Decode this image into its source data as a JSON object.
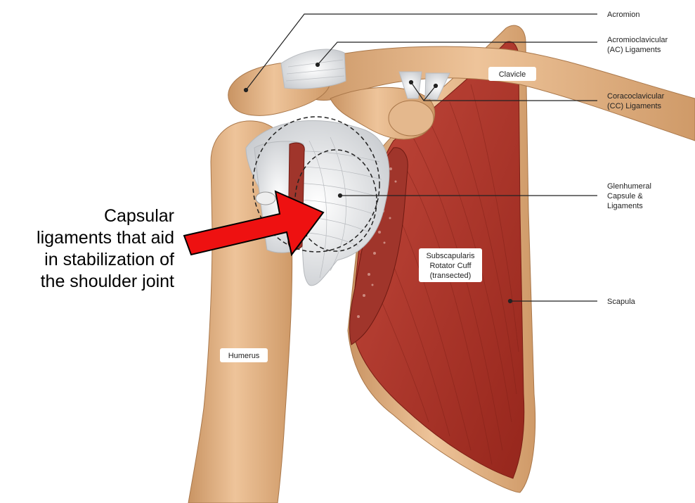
{
  "labels": {
    "acromion": "Acromion",
    "ac_ligaments": [
      "Acromioclavicular",
      "(AC) Ligaments"
    ],
    "clavicle": "Clavicle",
    "cc_ligaments": [
      "Coracoclavicular",
      "(CC) Ligaments"
    ],
    "glenohumeral": [
      "Glenhumeral",
      "Capsule &",
      "Ligaments"
    ],
    "subscapularis": [
      "Subscapularis",
      "Rotator Cuff",
      "(transected)"
    ],
    "scapula": "Scapula",
    "humerus": "Humerus"
  },
  "callout": {
    "lines": [
      "Capsular",
      "ligaments that aid",
      "in stabilization of",
      "the shoulder joint"
    ]
  },
  "colors": {
    "bone": "#e2b284",
    "bone_shadow": "#c48f60",
    "muscle": "#b3362b",
    "muscle_dark": "#8a2119",
    "ligament": "#eceef0",
    "arrow_fill": "#ee1111",
    "arrow_stroke": "#000000"
  }
}
